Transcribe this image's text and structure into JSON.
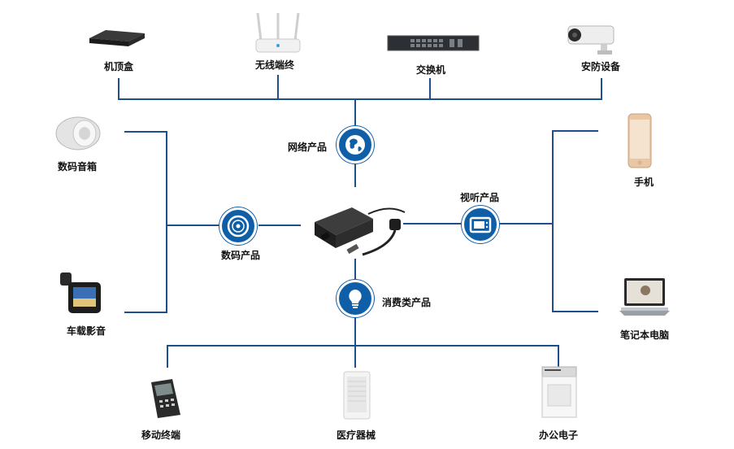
{
  "top_devices": {
    "set_top_box": "机顶盒",
    "wireless_terminal": "无线端终",
    "switch": "交换机",
    "security_device": "安防设备"
  },
  "categories": {
    "network": "网络产品",
    "digital": "数码产品",
    "audio_video": "视听产品",
    "consumer": "消费类产品"
  },
  "left_devices": {
    "digital_speaker": "数码音箱",
    "car_media": "车载影音"
  },
  "right_devices": {
    "phone": "手机",
    "laptop": "笔记本电脑"
  },
  "bottom_devices": {
    "mobile_terminal": "移动终端",
    "medical_device": "医疗器械",
    "office_electronics": "办公电子"
  },
  "colors": {
    "line": "#1f4e8c",
    "hub": "#0f5fa8"
  },
  "icons": {
    "network": "globe-icon",
    "digital": "disc-icon",
    "audio_video": "tv-icon",
    "consumer": "lightbulb-icon"
  }
}
